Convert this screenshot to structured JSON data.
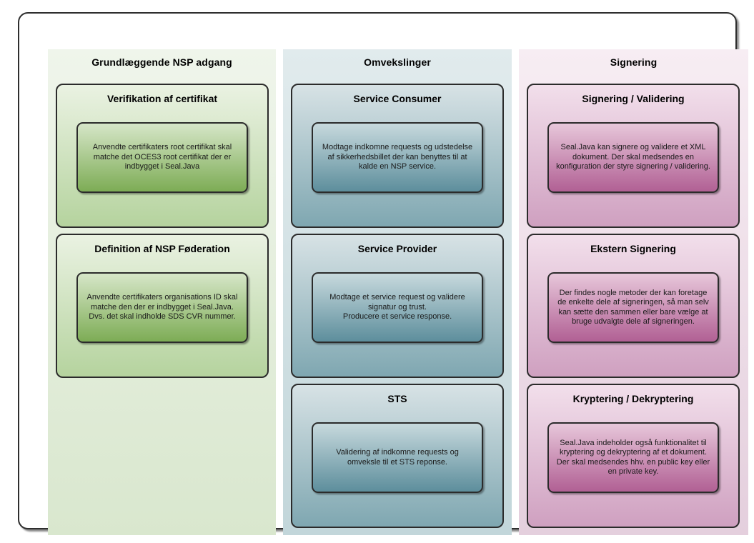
{
  "diagram": {
    "columns": [
      {
        "header": "Grundlæggende NSP adgang",
        "theme": "green",
        "boxes": [
          {
            "title": "Verifikation af certifikat",
            "body": "Anvendte certifikaters root certifikat skal matche det OCES3 root certifikat der er indbygget i Seal.Java"
          },
          {
            "title": "Definition af NSP Føderation",
            "body": "Anvendte certifikaters organisations ID skal matche den der er indbygget i Seal.Java. Dvs. det skal indholde SDS CVR nummer."
          }
        ]
      },
      {
        "header": "Omvekslinger",
        "theme": "teal",
        "boxes": [
          {
            "title": "Service Consumer",
            "body": "Modtage indkomne requests og udstedelse af sikkerhedsbillet der kan benyttes til at kalde en NSP service."
          },
          {
            "title": "Service Provider",
            "body": "Modtage et service request og validere signatur og trust.\nProducere et service response."
          },
          {
            "title": "STS",
            "body": "Validering af indkomne requests og omveksle til et STS reponse."
          }
        ]
      },
      {
        "header": "Signering",
        "theme": "pink",
        "boxes": [
          {
            "title": "Signering / Validering",
            "body": "Seal.Java kan signere og validere et XML dokument. Der skal medsendes en konfiguration der styre signering / validering."
          },
          {
            "title": "Ekstern Signering",
            "body": "Der findes nogle metoder der kan foretage de enkelte dele af signeringen, så man selv kan sætte den sammen eller bare vælge at bruge udvalgte dele af signeringen."
          },
          {
            "title": "Kryptering / Dekryptering",
            "body": "Seal.Java indeholder også funktionalitet til kryptering og dekryptering af et dokument. Der skal medsendes hhv. en public key eller en private key."
          }
        ]
      }
    ],
    "colors": {
      "border": "#2b2b2b",
      "frame_background": "#ffffff",
      "green_panel_top": "#eff5eb",
      "green_panel_bottom": "#d9e7ce",
      "green_box_top": "#eaf2e2",
      "green_box_bottom": "#b5d39e",
      "green_inner_top": "#d6e6c8",
      "green_inner_bottom": "#7dac55",
      "teal_panel_top": "#e1ebed",
      "teal_panel_bottom": "#c2d6da",
      "teal_box_top": "#d7e2e5",
      "teal_box_bottom": "#7fa7b1",
      "teal_inner_top": "#c7d9dd",
      "teal_inner_bottom": "#5d8e9c",
      "pink_panel_top": "#f7edf3",
      "pink_panel_bottom": "#e4cfdd",
      "pink_box_top": "#f2dfeb",
      "pink_box_bottom": "#cfa0c0",
      "pink_inner_top": "#e7c7da",
      "pink_inner_bottom": "#b16094"
    }
  }
}
